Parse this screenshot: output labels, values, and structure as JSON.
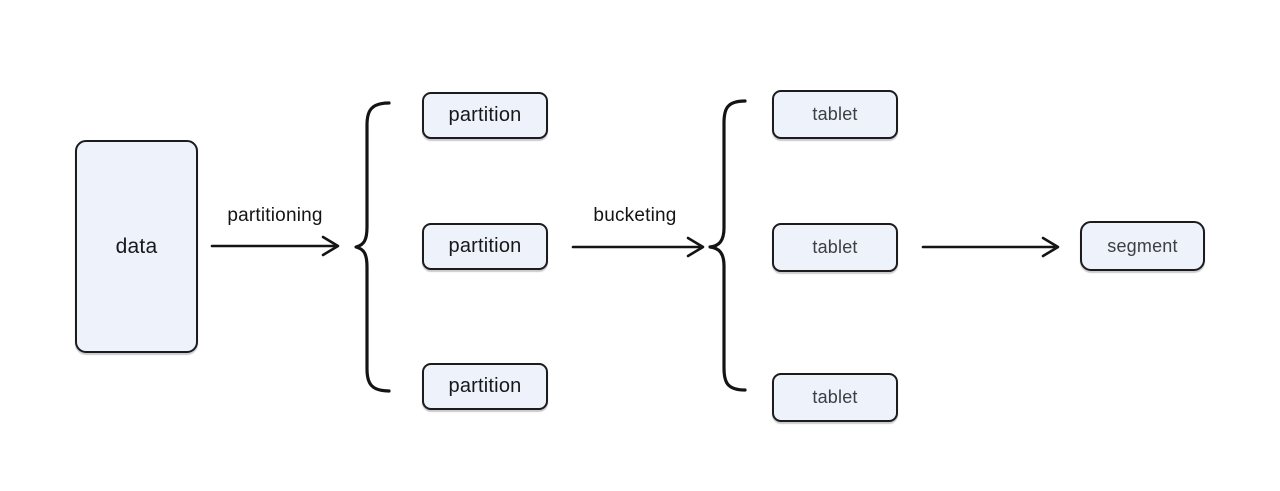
{
  "colors": {
    "background": "#ffffff",
    "node_fill": "#edf2fb",
    "node_border": "#1c1c1e",
    "line": "#141414",
    "node_text_dark": "#17181a",
    "node_text_gray": "#3d4043"
  },
  "nodes": {
    "data": "data",
    "partitions": [
      "partition",
      "partition",
      "partition"
    ],
    "tablets": [
      "tablet",
      "tablet",
      "tablet"
    ],
    "segment": "segment"
  },
  "labels": {
    "partitioning": "partitioning",
    "bucketing": "bucketing"
  }
}
